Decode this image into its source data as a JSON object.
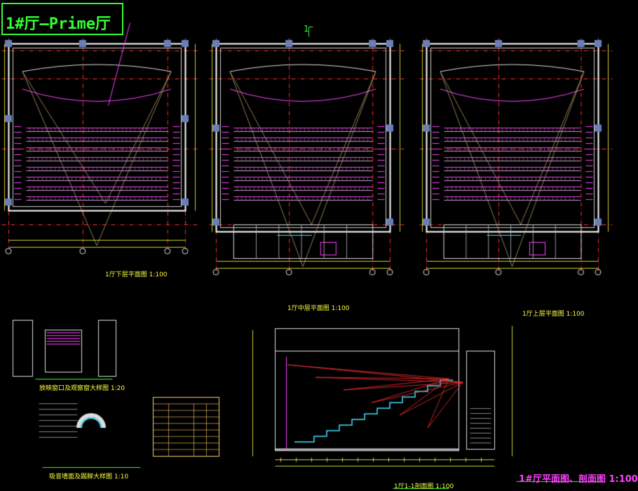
{
  "title": "1#厅—Prime厅",
  "section_mark": "1",
  "plans": [
    {
      "label": "1厅下层平面图 1:100"
    },
    {
      "label": "1厅中层平面图 1:100"
    },
    {
      "label": "1厅上层平面图 1:100"
    }
  ],
  "detail_labels": {
    "detail_a": "放映窗口及观察窗大样图 1:20",
    "detail_b": "吸音墙面及踢脚大样图 1:10",
    "section": "1厅1-1剖面图 1:100"
  },
  "sheet_title": "1#厅平面图、剖面图 1:100",
  "colors": {
    "background": "#000000",
    "title_green": "#32ff32",
    "wall_white": "#ffffff",
    "seat_magenta": "#ff40ff",
    "dim_yellow": "#ffff40",
    "axis_red": "#ff3030",
    "column_blue": "#6a7fb8",
    "cyan": "#40e0ff"
  }
}
